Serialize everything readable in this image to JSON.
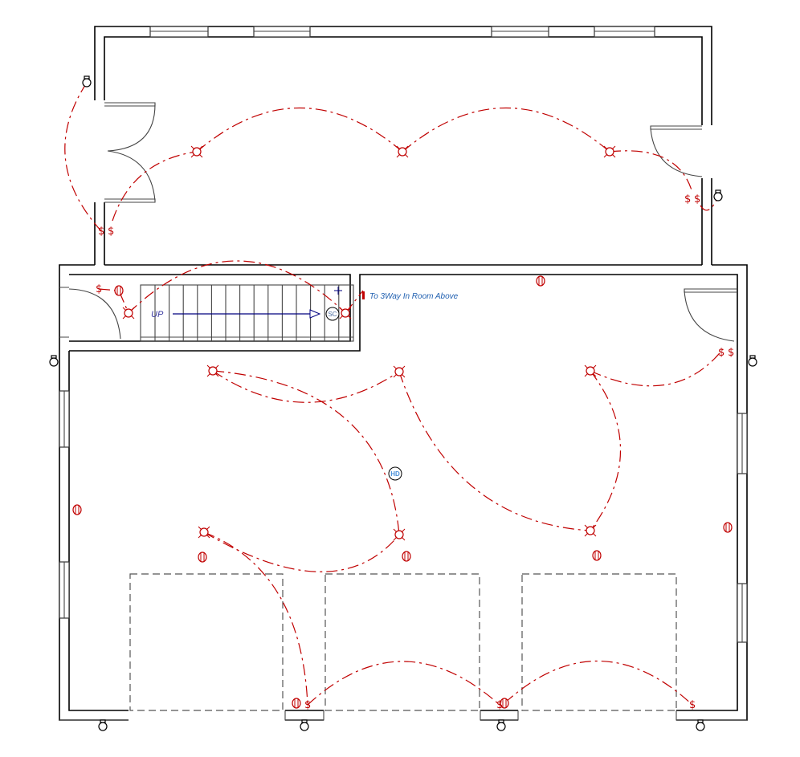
{
  "labels": {
    "stair_direction": "UP",
    "note": "To 3Way In Room Above",
    "smoke_detector": "SC",
    "heat_detector": "HD"
  },
  "symbols": {
    "switch": "$"
  },
  "colors": {
    "wall": "#000000",
    "electrical": "#c00000",
    "annotation": "#1f5fb0",
    "stair_arrow": "#00007f",
    "detector_text": "#4a90d9"
  }
}
